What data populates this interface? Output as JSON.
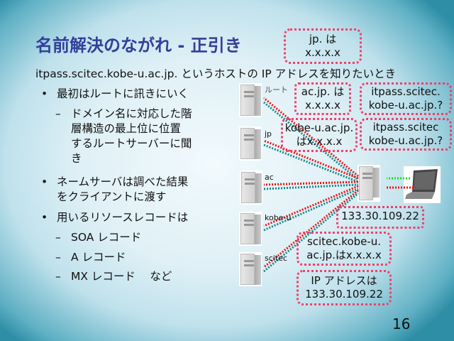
{
  "title": "名前解決のながれ - 正引き",
  "subtitle": "itpass.scitec.kobe-u.ac.jp. というホストの IP アドレスを知りたいとき",
  "bullets": [
    {
      "level": 1,
      "marker": "•",
      "text": [
        "最初はルートに訊きにいく"
      ]
    },
    {
      "level": 2,
      "marker": "–",
      "text": [
        "ドメイン名に対応した階",
        "層構造の最上位に位置",
        "するルートサーバーに聞",
        "き"
      ]
    },
    {
      "level": 1,
      "marker": "•",
      "text": [
        "ネームサーバは調べた結果",
        "をクライアントに渡す"
      ]
    },
    {
      "level": 1,
      "marker": "•",
      "text": [
        "用いるリソースレコードは"
      ]
    },
    {
      "level": 2,
      "marker": "–",
      "text": [
        "SOA レコード"
      ]
    },
    {
      "level": 2,
      "marker": "–",
      "text": [
        "A レコード"
      ]
    },
    {
      "level": 2,
      "marker": "–",
      "text": [
        "MX レコード　 など"
      ]
    }
  ],
  "server_labels": {
    "root": "ルート",
    "jp": "jp",
    "ac": "ac",
    "kobe_u": "kobe-u",
    "scitec": "scitec"
  },
  "callouts": {
    "jp": [
      "jp. は",
      "x.x.x.x"
    ],
    "ac": [
      "ac.jp. は",
      "x.x.x.x"
    ],
    "kobe_u": [
      "kobe-u.ac.jp.",
      "はx.x.x.x"
    ],
    "query1": [
      "itpass.scitec.",
      "kobe-u.ac.jp.?"
    ],
    "query2": [
      "itpass.scitec",
      "kobe-u.ac.jp.?"
    ],
    "local_ip": "133.30.109.22",
    "scitec": [
      "scitec.kobe-u.",
      "ac.jp.はx.x.x.x"
    ],
    "answer": [
      "IP アドレスは",
      "133.30.109.22"
    ]
  },
  "page_number": "16",
  "colors": {
    "title": "#33409a",
    "callout": "#f0406a",
    "query_arrow": "#ee1111",
    "reply_arrow": "#11888a",
    "client_arrow": "#22dd22"
  }
}
